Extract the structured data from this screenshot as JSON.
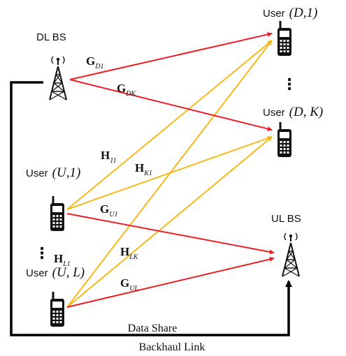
{
  "nodes": {
    "dl_bs": "DL BS",
    "ul_bs": "UL BS",
    "user_d1": {
      "prefix": "User",
      "math": "(D,1)"
    },
    "user_dk": {
      "prefix": "User",
      "math": "(D, K)"
    },
    "user_u1": {
      "prefix": "User",
      "math": "(U,1)"
    },
    "user_ul": {
      "prefix": "User",
      "math": "(U, L)"
    }
  },
  "channels": {
    "g_d1": {
      "main": "G",
      "sub": "D1"
    },
    "g_dk": {
      "main": "G",
      "sub": "DK"
    },
    "h_11": {
      "main": "H",
      "sub": "11"
    },
    "h_k1": {
      "main": "H",
      "sub": "K1"
    },
    "g_u1": {
      "main": "G",
      "sub": "U1"
    },
    "h_l1": {
      "main": "H",
      "sub": "L1"
    },
    "h_lk": {
      "main": "H",
      "sub": "LK"
    },
    "g_ul": {
      "main": "G",
      "sub": "UL"
    }
  },
  "ellipsis": "⋮",
  "links": {
    "data_share": "Data Share",
    "backhaul": "Backhaul Link"
  },
  "colors": {
    "downlink": "#ee1c24",
    "interference": "#f7b81a",
    "backhaul": "#000000"
  }
}
